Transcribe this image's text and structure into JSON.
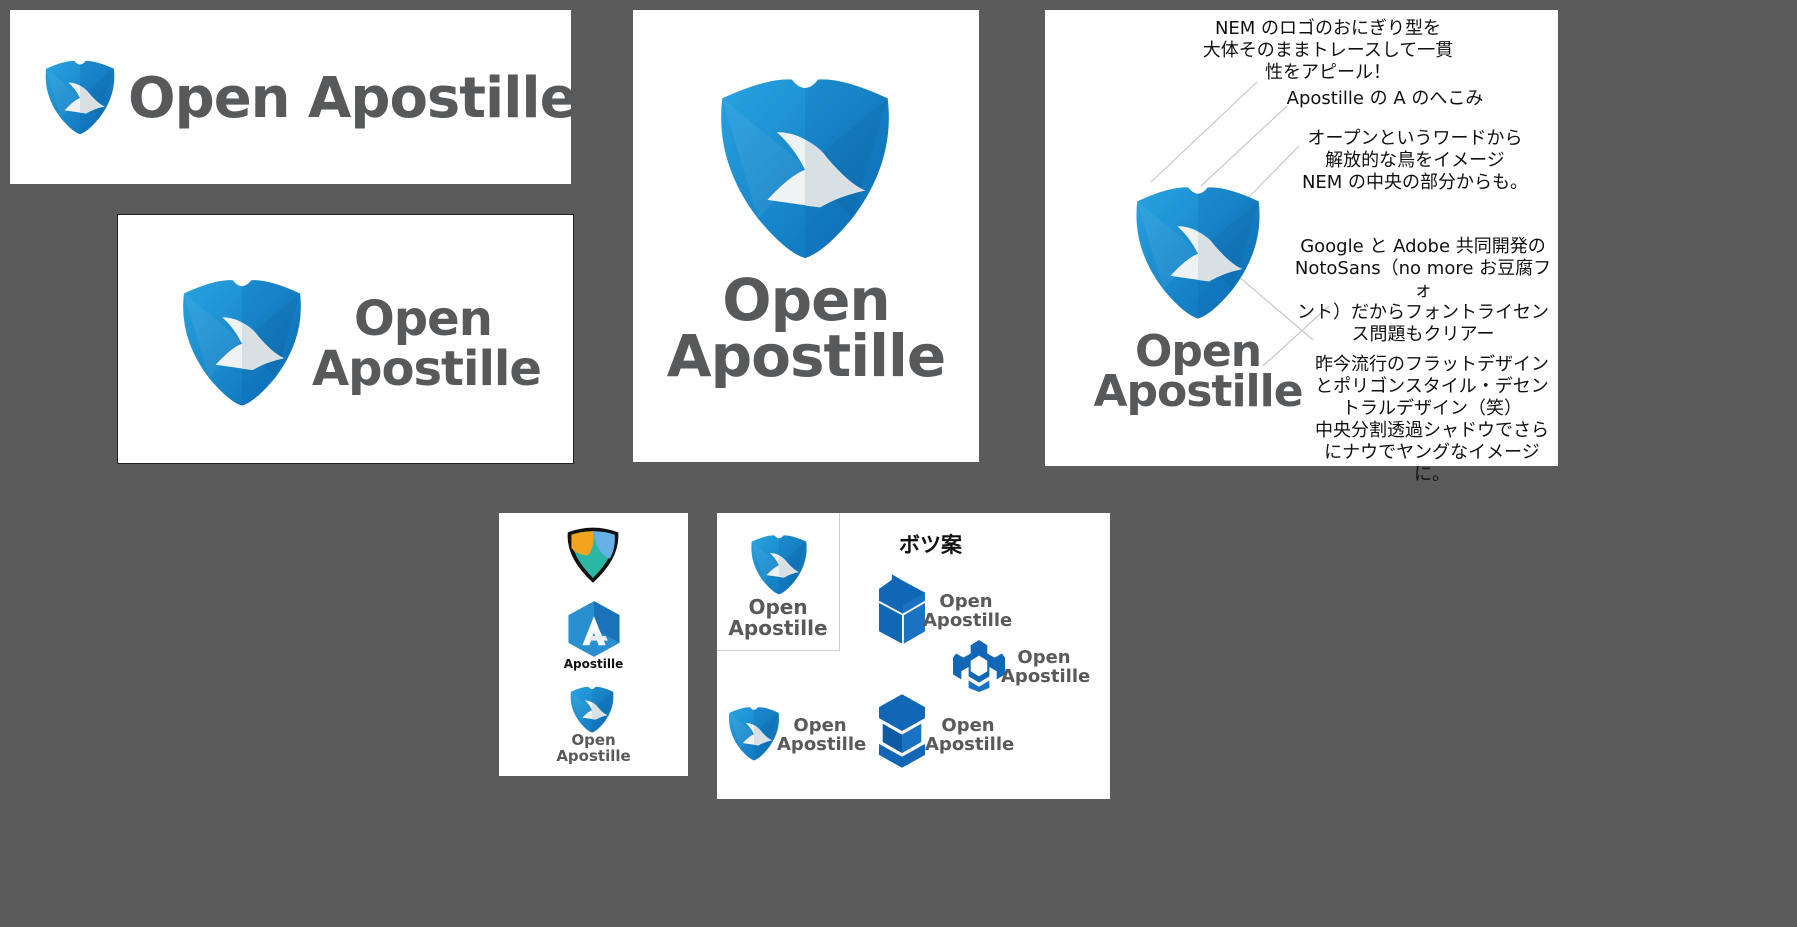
{
  "logo": {
    "line1": "Open",
    "line2": "Apostille",
    "full": "Open Apostille"
  },
  "annotations": {
    "a1": "NEM のロゴのおにぎり型を\n大体そのままトレースして一貫\n性をアピール！",
    "a2": "Apostille の A のへこみ",
    "a3": "オープンというワードから\n解放的な鳥をイメージ\nNEM の中央の部分からも。",
    "a4": "Google と Adobe 共同開発の\nNotoSans（no more お豆腐フォ\nント）だからフォントライセン\nス問題もクリアー",
    "a5": "昨今流行のフラットデザイン\nとポリゴンスタイル・デセン\nトラルデザイン（笑）\n中央分割透過シャドウでさら\nにナウでヤングなイメージに。"
  },
  "reference_label": "Apostille",
  "rejected_title": "ボツ案",
  "colors": {
    "background": "#5b5b5b",
    "brand_blue": "#1a8fd1",
    "brand_dark": "#1167b5",
    "text_gray": "#58595b"
  }
}
